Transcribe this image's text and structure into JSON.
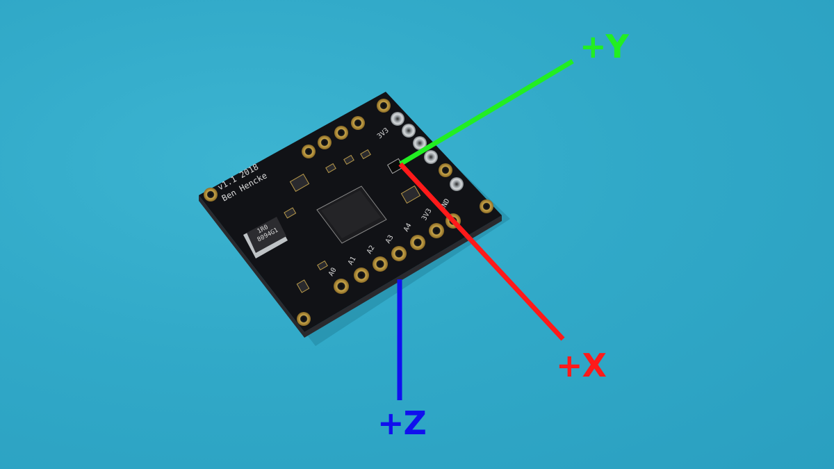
{
  "photo": {
    "subject": "pcb-breakout-board",
    "background_color": "#2fa9c7",
    "board_color": "#111216"
  },
  "board": {
    "version_text": "v1.1 2018",
    "author_text": "Ben Hencke",
    "inductor_marking_top": "1R0",
    "inductor_marking_bottom": "8094G1",
    "pin_labels_bottom": [
      "A0",
      "A1",
      "A2",
      "A3",
      "A4",
      "3V3",
      "GND"
    ],
    "pin_label_top": "3V3"
  },
  "axes": {
    "x": {
      "label": "+X",
      "color": "#ff1a1a"
    },
    "y": {
      "label": "+Y",
      "color": "#22ee22"
    },
    "z": {
      "label": "+Z",
      "color": "#1010ee"
    }
  }
}
